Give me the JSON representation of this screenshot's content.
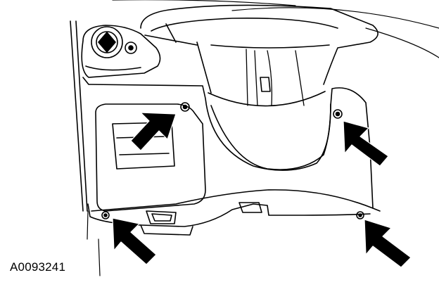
{
  "figure": {
    "id_label": "A0093241",
    "line_color": "#000000",
    "background": "#ffffff"
  },
  "callouts": [
    {
      "name": "arrow-upper-left-fastener",
      "icon": "black-arrow"
    },
    {
      "name": "arrow-right-fastener",
      "icon": "black-arrow"
    },
    {
      "name": "arrow-lower-left-fastener",
      "icon": "black-arrow"
    },
    {
      "name": "arrow-lower-right-fastener",
      "icon": "black-arrow"
    }
  ]
}
